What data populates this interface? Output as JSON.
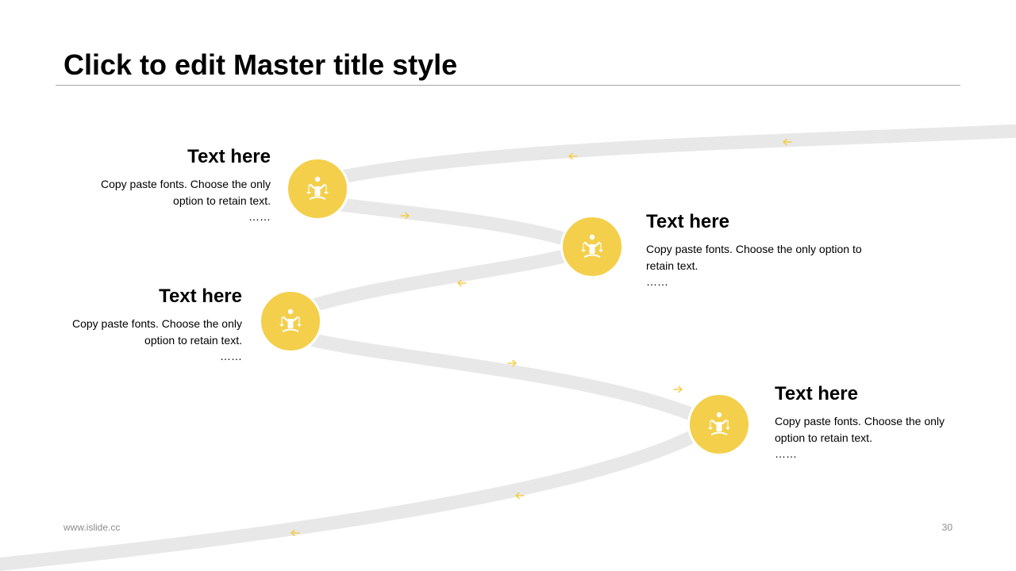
{
  "slide": {
    "title": "Click to edit Master title style",
    "footer_left": "www.islide.cc",
    "page_number": "30"
  },
  "colors": {
    "accent": "#f3cf4b",
    "road": "#e8e8e8",
    "rule": "#a6a6a6",
    "footer": "#8c8c8c"
  },
  "milestones": [
    {
      "heading": "Text here",
      "body": "Copy paste fonts. Choose the only option to retain text.",
      "dots": "……",
      "icon": "judge-scales-icon"
    },
    {
      "heading": "Text here",
      "body": "Copy paste fonts. Choose the only option to retain text.",
      "dots": "……",
      "icon": "judge-scales-icon"
    },
    {
      "heading": "Text here",
      "body": "Copy paste fonts. Choose the only option to retain text.",
      "dots": "……",
      "icon": "judge-scales-icon"
    },
    {
      "heading": "Text here",
      "body": "Copy paste fonts. Choose the only option to retain text.",
      "dots": "……",
      "icon": "judge-scales-icon"
    }
  ]
}
